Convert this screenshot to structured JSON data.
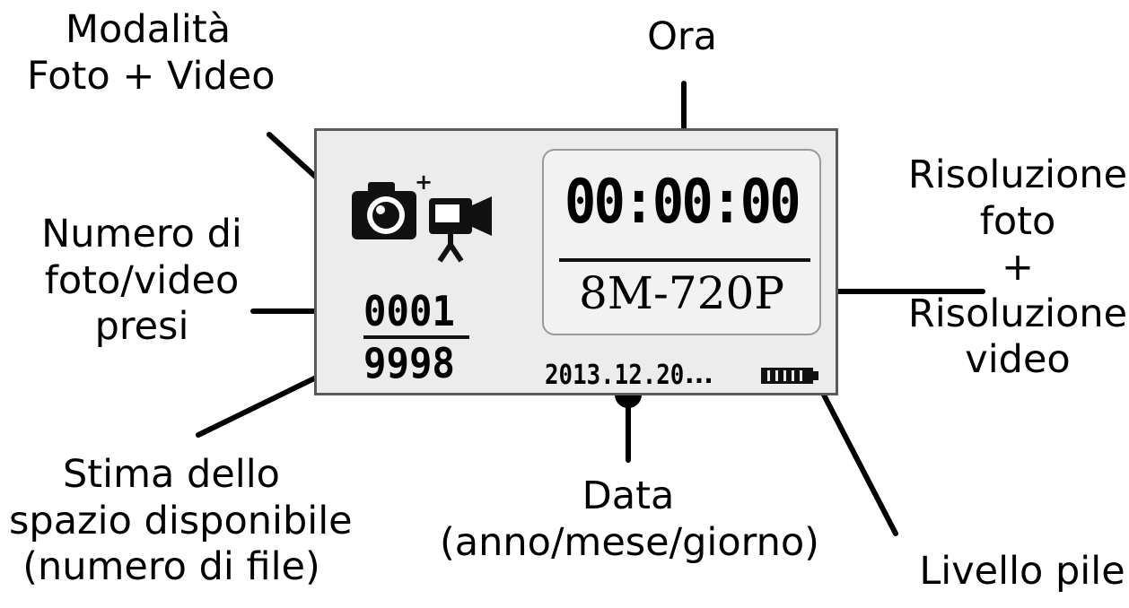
{
  "labels": {
    "mode": {
      "line1": "Modalità",
      "line2": "Foto + Video"
    },
    "time": {
      "line1": "Ora"
    },
    "count": {
      "line1": "Numero di",
      "line2": "foto/video",
      "line3": "presi"
    },
    "resolution": {
      "line1": "Risoluzione",
      "line2": "foto",
      "line3": "+",
      "line4": "Risoluzione",
      "line5": "video"
    },
    "space": {
      "line1": "Stima dello",
      "line2": "spazio disponibile",
      "line3": "(numero di file)"
    },
    "date": {
      "line1": "Data",
      "line2": "(anno/mese/giorno)"
    },
    "battery": {
      "line1": "Livello pile"
    }
  },
  "display": {
    "time": "00:00:00",
    "resolution": "8M-720P",
    "count": "0001",
    "remaining": "9998",
    "date": "2013.12.20",
    "dots": "...",
    "mode_icon_plus": "+"
  },
  "icons": [
    "camera-icon",
    "video-camera-icon",
    "battery-icon"
  ]
}
